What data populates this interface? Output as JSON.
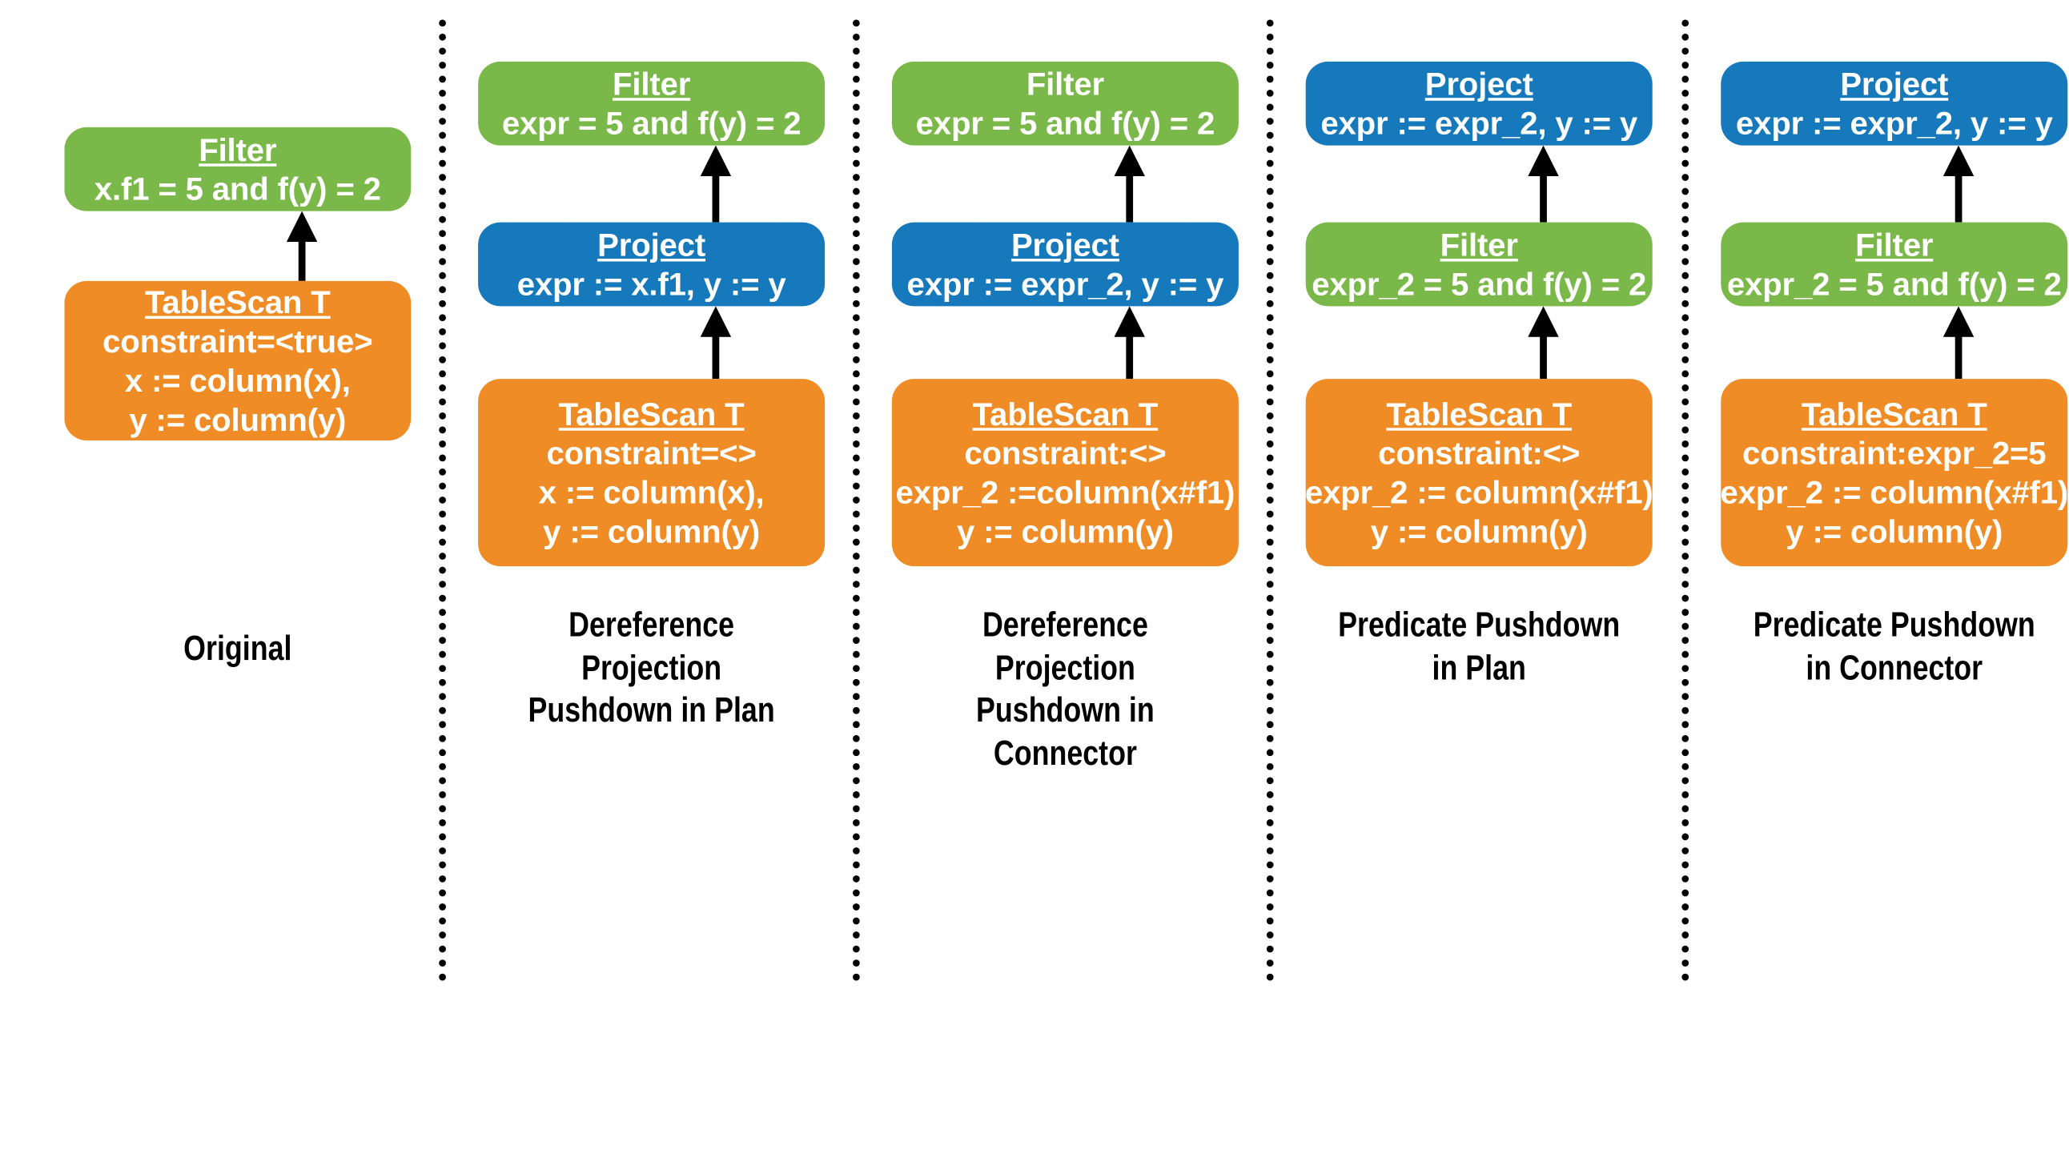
{
  "figure": {
    "background": "#ffffff",
    "colors": {
      "filter_green": "#7ab949",
      "project_blue": "#1679bc",
      "tablescan_orange": "#f08c25",
      "arrow_black": "#000000",
      "divider_black": "#000000"
    }
  },
  "columns": [
    {
      "id": "original",
      "caption": "Original",
      "nodes": [
        {
          "id": "col1-filter",
          "kind": "filter",
          "color": "green",
          "title": "Filter",
          "title_underlined": true,
          "lines": [
            "x.f1 = 5 and f(y) = 2"
          ]
        },
        {
          "id": "col1-tablescan",
          "kind": "tablescan",
          "color": "orange",
          "title": "TableScan T",
          "title_underlined": true,
          "lines": [
            "constraint=<true>",
            "x := column(x),",
            "y := column(y)"
          ]
        }
      ]
    },
    {
      "id": "deref-projection-pushdown-plan",
      "caption": "Dereference Projection\nPushdown in Plan",
      "nodes": [
        {
          "id": "col2-filter",
          "kind": "filter",
          "color": "green",
          "title": "Filter",
          "title_underlined": true,
          "lines": [
            "expr = 5 and f(y) = 2"
          ]
        },
        {
          "id": "col2-project",
          "kind": "project",
          "color": "blue",
          "title": "Project",
          "title_underlined": true,
          "lines": [
            "expr := x.f1, y := y"
          ]
        },
        {
          "id": "col2-tablescan",
          "kind": "tablescan",
          "color": "orange",
          "title": "TableScan T",
          "title_underlined": true,
          "lines": [
            "constraint=<>",
            "x := column(x),",
            "y := column(y)"
          ]
        }
      ]
    },
    {
      "id": "deref-projection-pushdown-connector",
      "caption": "Dereference Projection\nPushdown in Connector",
      "nodes": [
        {
          "id": "col3-filter",
          "kind": "filter",
          "color": "green",
          "title": "Filter",
          "title_underlined": false,
          "lines": [
            "expr = 5 and f(y) = 2"
          ]
        },
        {
          "id": "col3-project",
          "kind": "project",
          "color": "blue",
          "title": "Project",
          "title_underlined": true,
          "lines": [
            "expr := expr_2, y := y"
          ]
        },
        {
          "id": "col3-tablescan",
          "kind": "tablescan",
          "color": "orange",
          "title": "TableScan T",
          "title_underlined": true,
          "lines": [
            "constraint:<>",
            "expr_2 :=column(x#f1)",
            "y := column(y)"
          ]
        }
      ]
    },
    {
      "id": "predicate-pushdown-plan",
      "caption": "Predicate Pushdown\nin Plan",
      "nodes": [
        {
          "id": "col4-project",
          "kind": "project",
          "color": "blue",
          "title": "Project",
          "title_underlined": true,
          "lines": [
            "expr := expr_2, y := y"
          ]
        },
        {
          "id": "col4-filter",
          "kind": "filter",
          "color": "green",
          "title": "Filter",
          "title_underlined": true,
          "lines": [
            "expr_2 = 5 and f(y) = 2"
          ]
        },
        {
          "id": "col4-tablescan",
          "kind": "tablescan",
          "color": "orange",
          "title": "TableScan T",
          "title_underlined": true,
          "lines": [
            "constraint:<>",
            "expr_2 := column(x#f1)",
            "y := column(y)"
          ]
        }
      ]
    },
    {
      "id": "predicate-pushdown-connector",
      "caption": "Predicate Pushdown\nin Connector",
      "nodes": [
        {
          "id": "col5-project",
          "kind": "project",
          "color": "blue",
          "title": "Project",
          "title_underlined": true,
          "lines": [
            "expr := expr_2, y := y"
          ]
        },
        {
          "id": "col5-filter",
          "kind": "filter",
          "color": "green",
          "title": "Filter",
          "title_underlined": true,
          "lines": [
            "expr_2 = 5 and f(y) = 2"
          ]
        },
        {
          "id": "col5-tablescan",
          "kind": "tablescan",
          "color": "orange",
          "title": "TableScan T",
          "title_underlined": true,
          "lines": [
            "constraint:expr_2=5",
            "expr_2 := column(x#f1)",
            "y := column(y)"
          ]
        }
      ]
    }
  ]
}
